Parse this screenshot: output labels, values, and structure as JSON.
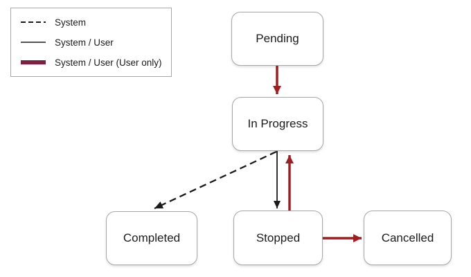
{
  "colors": {
    "arrow_red": "#A01E21",
    "legend_user_only": "#7E2140",
    "line_black": "#1A1A1A",
    "box_border": "#A6A6A6"
  },
  "legend": {
    "items": [
      {
        "label": "System",
        "style": "dashed"
      },
      {
        "label": "System / User",
        "style": "solid"
      },
      {
        "label": "System / User (User only)",
        "style": "thick"
      }
    ]
  },
  "nodes": [
    {
      "id": "pending",
      "label": "Pending"
    },
    {
      "id": "in-progress",
      "label": "In Progress"
    },
    {
      "id": "completed",
      "label": "Completed"
    },
    {
      "id": "stopped",
      "label": "Stopped"
    },
    {
      "id": "cancelled",
      "label": "Cancelled"
    }
  ],
  "edges": [
    {
      "from": "Pending",
      "to": "In Progress",
      "actor": "System / User (User only)",
      "style": "red-solid"
    },
    {
      "from": "In Progress",
      "to": "Completed",
      "actor": "System",
      "style": "black-dashed"
    },
    {
      "from": "In Progress",
      "to": "Stopped",
      "actor": "System / User",
      "style": "black-solid"
    },
    {
      "from": "Stopped",
      "to": "In Progress",
      "actor": "System / User (User only)",
      "style": "red-solid"
    },
    {
      "from": "Stopped",
      "to": "Cancelled",
      "actor": "System / User (User only)",
      "style": "red-solid"
    }
  ]
}
